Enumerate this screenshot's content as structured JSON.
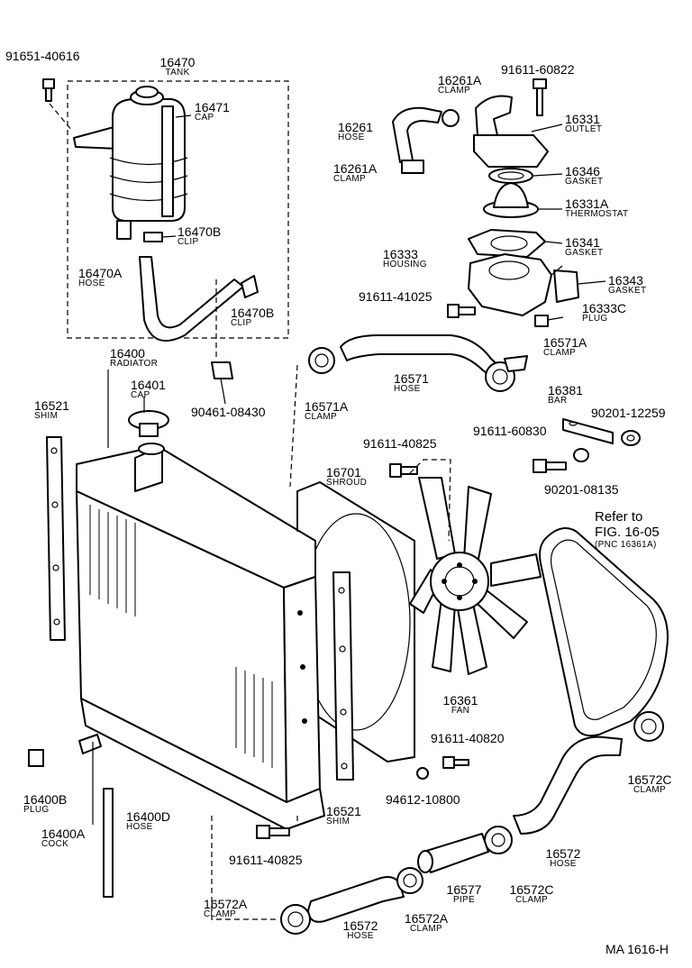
{
  "labels": {
    "bolt_top_left": {
      "num": "91651-40616"
    },
    "tank": {
      "num": "16470",
      "name": "TANK"
    },
    "tank_cap": {
      "num": "16471",
      "name": "CAP"
    },
    "clip_16470b_upper": {
      "num": "16470B",
      "name": "CLIP"
    },
    "hose_16470a": {
      "num": "16470A",
      "name": "HOSE"
    },
    "clip_16470b_lower": {
      "num": "16470B",
      "name": "CLIP"
    },
    "clamp_16261a_top": {
      "num": "16261A",
      "name": "CLAMP"
    },
    "hose_16261": {
      "num": "16261",
      "name": "HOSE"
    },
    "clamp_16261a_left": {
      "num": "16261A",
      "name": "CLAMP"
    },
    "bolt_60822": {
      "num": "91611-60822"
    },
    "outlet": {
      "num": "16331",
      "name": "OUTLET"
    },
    "gasket_16346": {
      "num": "16346",
      "name": "GASKET"
    },
    "thermostat": {
      "num": "16331A",
      "name": "THERMOSTAT"
    },
    "housing": {
      "num": "16333",
      "name": "HOUSING"
    },
    "gasket_16341": {
      "num": "16341",
      "name": "GASKET"
    },
    "gasket_16343": {
      "num": "16343",
      "name": "GASKET"
    },
    "bolt_41025": {
      "num": "91611-41025"
    },
    "plug_16333c": {
      "num": "16333C",
      "name": "PLUG"
    },
    "radiator": {
      "num": "16400",
      "name": "RADIATOR"
    },
    "radiator_cap": {
      "num": "16401",
      "name": "CAP"
    },
    "clamp_16571a_left": {
      "num": "16571A",
      "name": "CLAMP"
    },
    "hose_16571": {
      "num": "16571",
      "name": "HOSE"
    },
    "clamp_16571a_right": {
      "num": "16571A",
      "name": "CLAMP"
    },
    "clip_90461": {
      "num": "90461-08430"
    },
    "shim_left": {
      "num": "16521",
      "name": "SHIM"
    },
    "bar": {
      "num": "16381",
      "name": "BAR"
    },
    "washer_12259": {
      "num": "90201-12259"
    },
    "bolt_60830": {
      "num": "91611-60830"
    },
    "bolt_40825_top": {
      "num": "91611-40825"
    },
    "shroud": {
      "num": "16701",
      "name": "SHROUD"
    },
    "washer_08135": {
      "num": "90201-08135"
    },
    "refer_note": {
      "line1": "Refer to",
      "line2": "FIG. 16-05",
      "line3": "(PNC 16361A)"
    },
    "fan": {
      "num": "16361",
      "name": "FAN"
    },
    "bolt_40820": {
      "num": "91611-40820"
    },
    "clamp_16572c_right": {
      "num": "16572C",
      "name": "CLAMP"
    },
    "plug_16400b": {
      "num": "16400B",
      "name": "PLUG"
    },
    "hose_16400d": {
      "num": "16400D",
      "name": "HOSE"
    },
    "cock_16400a": {
      "num": "16400A",
      "name": "COCK"
    },
    "washer_10800": {
      "num": "94612-10800"
    },
    "shim_right": {
      "num": "16521",
      "name": "SHIM"
    },
    "bolt_40825_bottom": {
      "num": "91611-40825"
    },
    "hose_16572_right": {
      "num": "16572",
      "name": "HOSE"
    },
    "pipe_16577": {
      "num": "16577",
      "name": "PIPE"
    },
    "clamp_16572c_mid": {
      "num": "16572C",
      "name": "CLAMP"
    },
    "clamp_16572a_left": {
      "num": "16572A",
      "name": "CLAMP"
    },
    "hose_16572_bottom": {
      "num": "16572",
      "name": "HOSE"
    },
    "clamp_16572a_mid": {
      "num": "16572A",
      "name": "CLAMP"
    },
    "figure_code": {
      "num": "MA 1616-H"
    }
  }
}
